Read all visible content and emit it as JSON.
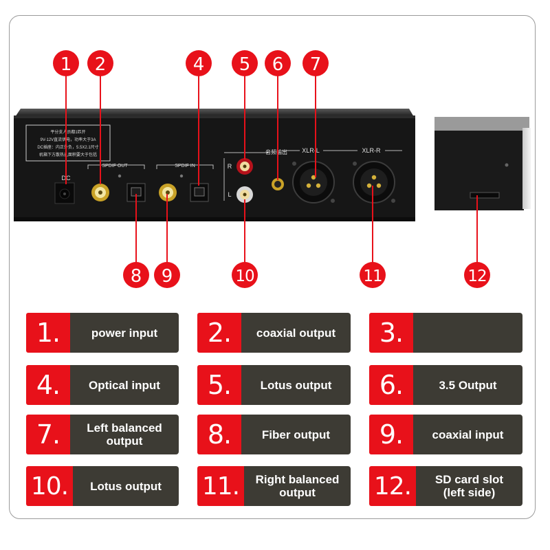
{
  "callouts": [
    "1",
    "2",
    "4",
    "5",
    "6",
    "7",
    "8",
    "9",
    "10",
    "11",
    "12"
  ],
  "panel": {
    "dc_label": "DC",
    "spdif_out_label": "SPDIF OUT",
    "spdif_in_label": "SPDIF IN",
    "r_label": "R",
    "l_label": "L",
    "xlr_l_label": "XLR-L",
    "xlr_r_label": "XLR-R",
    "audio_out_label": "音频输出",
    "sticker_lines": [
      "平分支人员都1匹开",
      "9V-12V直流供电，功率大于3A",
      "DC插座：内正外负，5.5X2.1尺寸",
      "机箱下方散热孔面积要大于包括"
    ]
  },
  "legend": [
    {
      "num": "1.",
      "label": "power input"
    },
    {
      "num": "2.",
      "label": "coaxial output"
    },
    {
      "num": "3.",
      "label": ""
    },
    {
      "num": "4.",
      "label": "Optical input"
    },
    {
      "num": "5.",
      "label": "Lotus output"
    },
    {
      "num": "6.",
      "label": "3.5 Output"
    },
    {
      "num": "7.",
      "label": "Left balanced output"
    },
    {
      "num": "8.",
      "label": "Fiber output"
    },
    {
      "num": "9.",
      "label": "coaxial input"
    },
    {
      "num": "10.",
      "label": "Lotus output"
    },
    {
      "num": "11.",
      "label": "Right balanced output"
    },
    {
      "num": "12.",
      "label": "SD card slot (left side)"
    }
  ],
  "colors": {
    "accent_red": "#e8111a",
    "label_bg": "#3d3b34"
  }
}
